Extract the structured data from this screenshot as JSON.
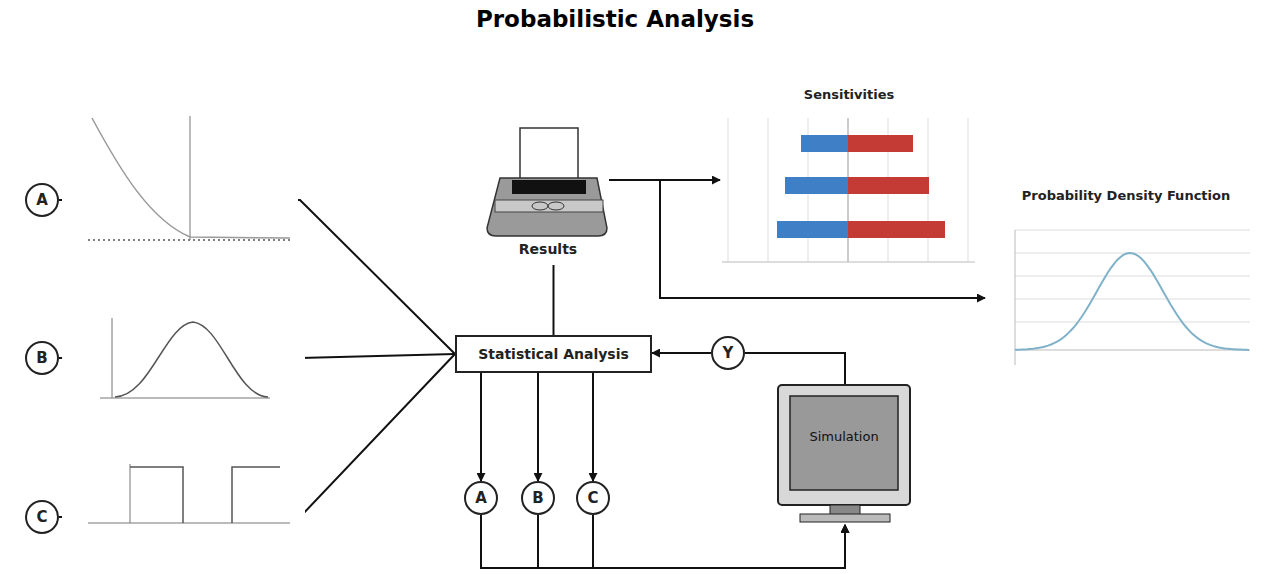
{
  "diagram": {
    "title": "Probabilistic Analysis",
    "nodes": [
      {
        "text": [
          "A"
        ]
      },
      {
        "text": [
          "B"
        ]
      },
      {
        "text": [
          "C"
        ]
      },
      {
        "text": [
          "Results"
        ]
      },
      {
        "text": [
          "Sensitivities"
        ]
      },
      {
        "text": [
          "Probability Density Function"
        ]
      },
      {
        "text": [
          "Statistical Analysis"
        ]
      },
      {
        "text": [
          "Y"
        ]
      },
      {
        "text": [
          "A"
        ]
      },
      {
        "text": [
          "B"
        ]
      },
      {
        "text": [
          "C"
        ]
      },
      {
        "text": [
          "Simulation"
        ]
      }
    ],
    "edges": [
      {
        "from": 0,
        "to": 6,
        "arrow": "none"
      },
      {
        "from": 1,
        "to": 6,
        "arrow": "none"
      },
      {
        "from": 2,
        "to": 6,
        "arrow": "none"
      },
      {
        "from": 6,
        "to": 3,
        "arrow": "none"
      },
      {
        "from": 3,
        "to": 4,
        "arrow": "to"
      },
      {
        "from": 3,
        "to": 5,
        "arrow": "to"
      },
      {
        "from": 6,
        "to": 8,
        "arrow": "to"
      },
      {
        "from": 6,
        "to": 9,
        "arrow": "to"
      },
      {
        "from": 6,
        "to": 10,
        "arrow": "to"
      },
      {
        "from": 8,
        "to": 11,
        "arrow": "to"
      },
      {
        "from": 9,
        "to": 11,
        "arrow": "to"
      },
      {
        "from": 10,
        "to": 11,
        "arrow": "to"
      },
      {
        "from": 11,
        "to": 7,
        "arrow": "none"
      },
      {
        "from": 7,
        "to": 6,
        "arrow": "to"
      }
    ]
  }
}
